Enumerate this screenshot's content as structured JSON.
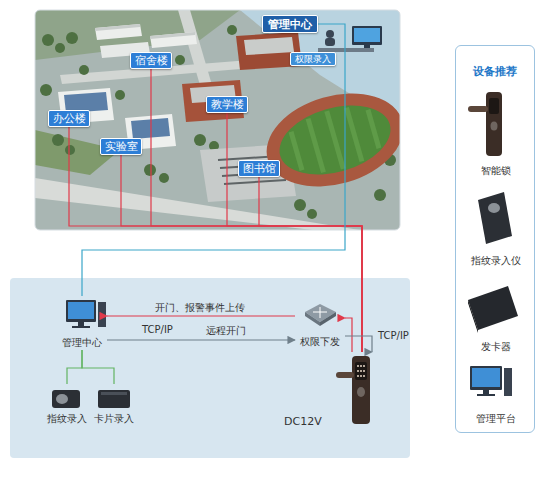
{
  "diagram": {
    "nodes": [
      {
        "text": [
          "宿舍楼"
        ]
      },
      {
        "text": [
          "管理中心"
        ]
      },
      {
        "text": [
          "权限录入"
        ]
      },
      {
        "text": [
          "教学楼"
        ]
      },
      {
        "text": [
          "办公楼"
        ]
      },
      {
        "text": [
          "实验室"
        ]
      },
      {
        "text": [
          "图书馆"
        ]
      },
      {
        "text": [
          "管理中心"
        ]
      },
      {
        "text": [
          "指纹录入"
        ]
      },
      {
        "text": [
          "卡片录入"
        ]
      },
      {
        "text": [
          "权限下发"
        ]
      },
      {
        "text": [
          "DC12V"
        ]
      },
      {
        "text": [
          "设备推荐"
        ]
      },
      {
        "text": [
          "智能锁"
        ],
        "in": 12
      },
      {
        "text": [
          "指纹录入仪"
        ],
        "in": 12
      },
      {
        "text": [
          "发卡器"
        ],
        "in": 12
      },
      {
        "text": [
          "管理平台"
        ],
        "in": 12
      }
    ],
    "edges": [
      {
        "from": 0,
        "to": 11,
        "arrow": "none"
      },
      {
        "from": 3,
        "to": 11,
        "arrow": "none"
      },
      {
        "from": 4,
        "to": 11,
        "arrow": "none"
      },
      {
        "from": 5,
        "to": 11,
        "arrow": "none"
      },
      {
        "from": 6,
        "to": 11,
        "arrow": "none"
      },
      {
        "from": 1,
        "to": 7,
        "arrow": "none"
      },
      {
        "from": 7,
        "to": 8,
        "arrow": "none"
      },
      {
        "from": 7,
        "to": 9,
        "arrow": "none"
      },
      {
        "from": 10,
        "to": 7,
        "label": "开门、报警事件上传",
        "arrow": "to"
      },
      {
        "from": 7,
        "to": 10,
        "label": "远程开门",
        "arrow": "to"
      },
      {
        "from": 11,
        "to": 10,
        "arrow": "to"
      },
      {
        "from": 10,
        "to": 11,
        "arrow": "to"
      }
    ],
    "labels": [
      "TCP/IP",
      "TCP/IP"
    ]
  }
}
